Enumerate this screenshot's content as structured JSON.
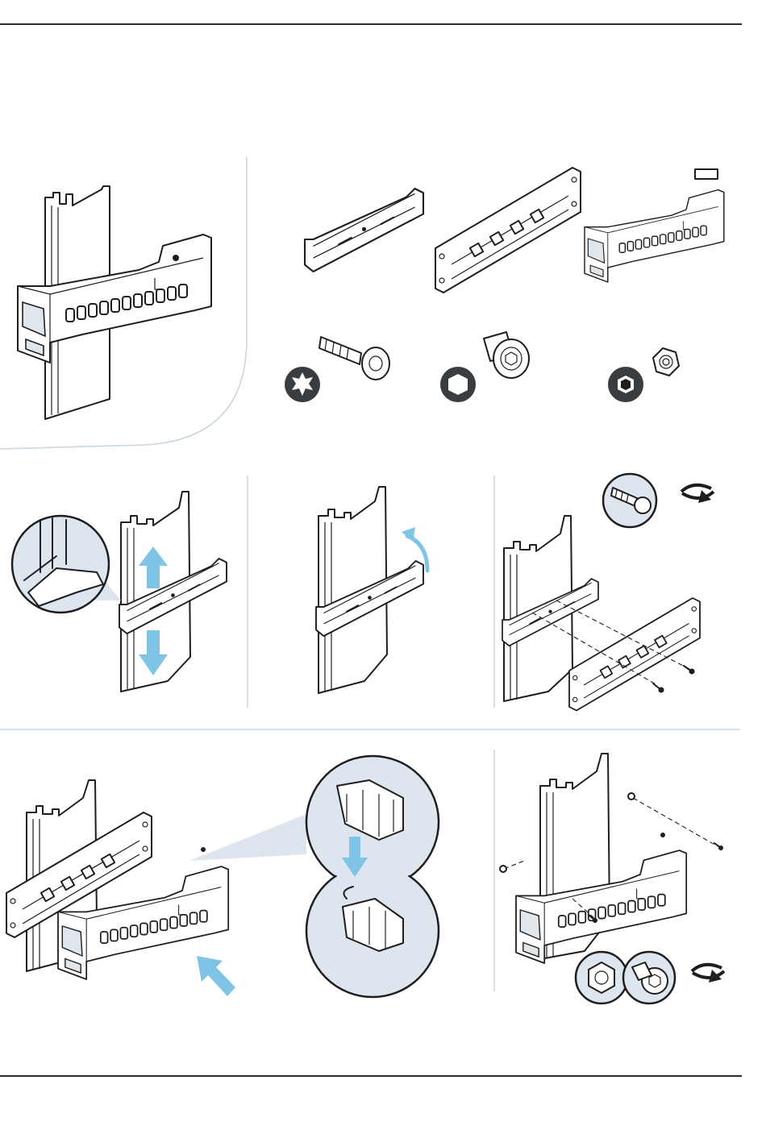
{
  "page": {
    "kind": "assembly-instruction-page",
    "colors": {
      "line": "#1e1e1e",
      "accent_arrow": "#7fc4e6",
      "callout_fill": "#dde6ee",
      "separator": "#c9d6e0"
    }
  },
  "parts_overview": {
    "parts": [
      "mounting-clip",
      "adapter-plate",
      "cable-tray"
    ],
    "fasteners": [
      {
        "icon": "torx-drive-icon",
        "part": "torx-screw"
      },
      {
        "icon": "hex-drive-icon",
        "part": "hex-bolt"
      },
      {
        "icon": "hex-socket-icon",
        "part": "hex-nut"
      }
    ]
  },
  "steps": [
    {
      "id": 1,
      "icons": [
        "arrow-up-icon",
        "arrow-down-icon",
        "detail-callout"
      ]
    },
    {
      "id": 2,
      "icons": [
        "rotate-arrow-icon"
      ]
    },
    {
      "id": 3,
      "icons": [
        "screw-callout-icon",
        "tighten-rotate-icon"
      ]
    },
    {
      "id": 4,
      "icons": [
        "clip-detail-callout",
        "arrow-down-icon",
        "push-arrow-icon"
      ]
    },
    {
      "id": 5,
      "icons": [
        "nut-callout-icon",
        "bolt-callout-icon",
        "tighten-rotate-icon"
      ]
    }
  ]
}
